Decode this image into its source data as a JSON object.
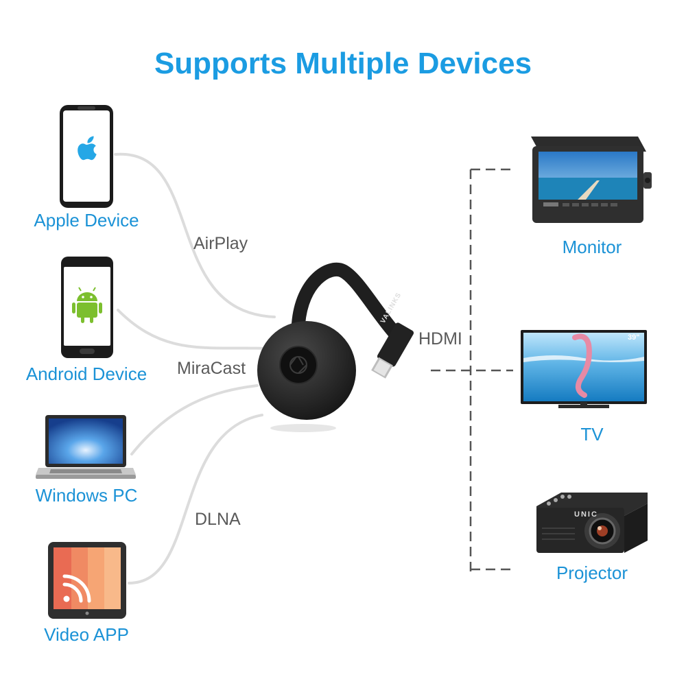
{
  "title": "Supports Multiple Devices",
  "sources": [
    {
      "label": "Apple Device",
      "icon": "iphone-apple-icon"
    },
    {
      "label": "Android Device",
      "icon": "android-phone-icon"
    },
    {
      "label": "Windows PC",
      "icon": "laptop-icon"
    },
    {
      "label": "Video APP",
      "icon": "video-app-icon"
    }
  ],
  "protocols": [
    "AirPlay",
    "MiraCast",
    "DLNA"
  ],
  "output": {
    "label": "HDMI",
    "dongle_brand": "VALINKS"
  },
  "displays": [
    {
      "label": "Monitor",
      "icon": "car-monitor-icon"
    },
    {
      "label": "TV",
      "icon": "tv-icon",
      "badge": "39\""
    },
    {
      "label": "Projector",
      "icon": "projector-icon",
      "brand": "UNIC"
    }
  ],
  "colors": {
    "accent": "#1b9ce2",
    "label": "#1b92d6",
    "protocol_text": "#5a5a5a",
    "connector": "#d9d9d9",
    "dash": "#555555"
  }
}
